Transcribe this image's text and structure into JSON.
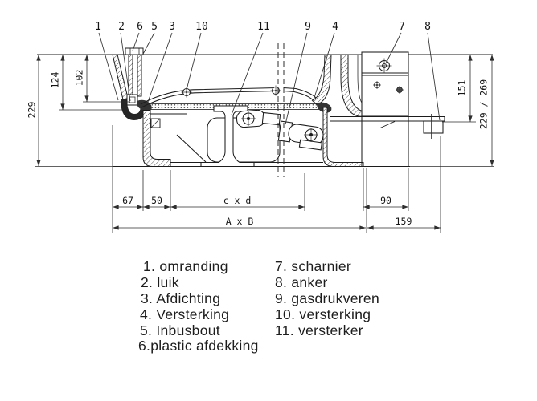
{
  "callouts": {
    "c1": "1",
    "c2": "2",
    "c3": "3",
    "c4": "4",
    "c5": "5",
    "c6": "6",
    "c7": "7",
    "c8": "8",
    "c9": "9",
    "c10": "10",
    "c11": "11"
  },
  "dimensions": {
    "left_total": "229",
    "left_mid": "124",
    "left_inner": "102",
    "right_inner": "151",
    "right_total": "229 / 269",
    "b67": "67",
    "b50": "50",
    "bcxd": "c x d",
    "b90": "90",
    "baxb": "A x B",
    "b159": "159"
  },
  "legend": {
    "left": [
      "1. omranding",
      "2. luik",
      "3. Afdichting",
      "4. Versterking",
      "5. Inbusbout",
      "6.plastic afdekking"
    ],
    "right": [
      "7. scharnier",
      "8. anker",
      "9. gasdrukveren",
      "10. versterking",
      "11. versterker"
    ]
  }
}
